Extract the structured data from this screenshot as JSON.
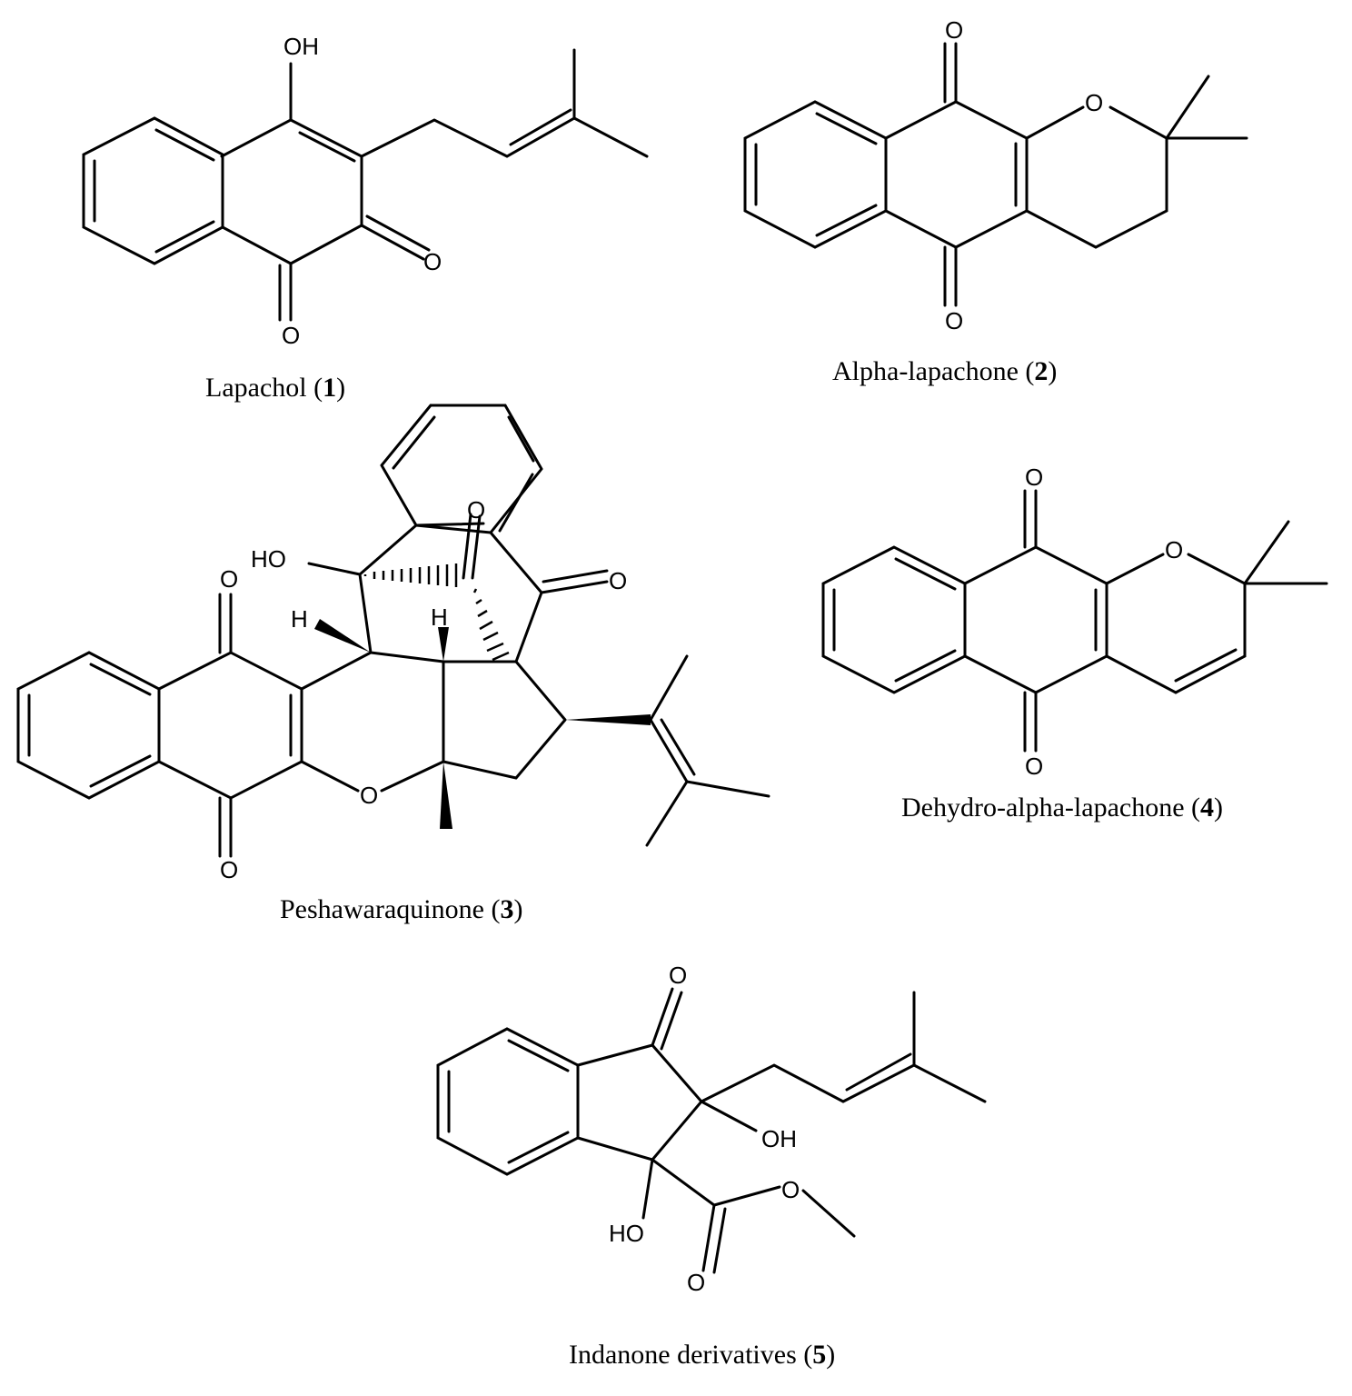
{
  "compounds": [
    {
      "name": "Lapachol",
      "number": "1",
      "atom_labels": {
        "hydroxyl": "OH",
        "ketone_right": "O",
        "ketone_bottom": "O"
      }
    },
    {
      "name": "Alpha-lapachone",
      "number": "2",
      "atom_labels": {
        "ketone_top": "O",
        "ring_oxygen": "O",
        "ketone_bottom": "O"
      }
    },
    {
      "name": "Peshawaraquinone",
      "number": "3",
      "atom_labels": {
        "hydroxyl": "HO",
        "hydrogen_left": "H",
        "hydrogen_mid": "H",
        "ketone_upper": "O",
        "ketone_right": "O",
        "ketone_left_top": "O",
        "ketone_left_bottom": "O",
        "ring_oxygen": "O"
      }
    },
    {
      "name": "Dehydro-alpha-lapachone",
      "number": "4",
      "atom_labels": {
        "ketone_top": "O",
        "ring_oxygen": "O",
        "ketone_bottom": "O"
      }
    },
    {
      "name": "Indanone derivatives",
      "number": "5",
      "atom_labels": {
        "ketone_top": "O",
        "hydroxyl_right": "OH",
        "hydroxyl_left": "HO",
        "ester_oxygen": "O",
        "carbonyl_oxygen": "O"
      }
    }
  ]
}
